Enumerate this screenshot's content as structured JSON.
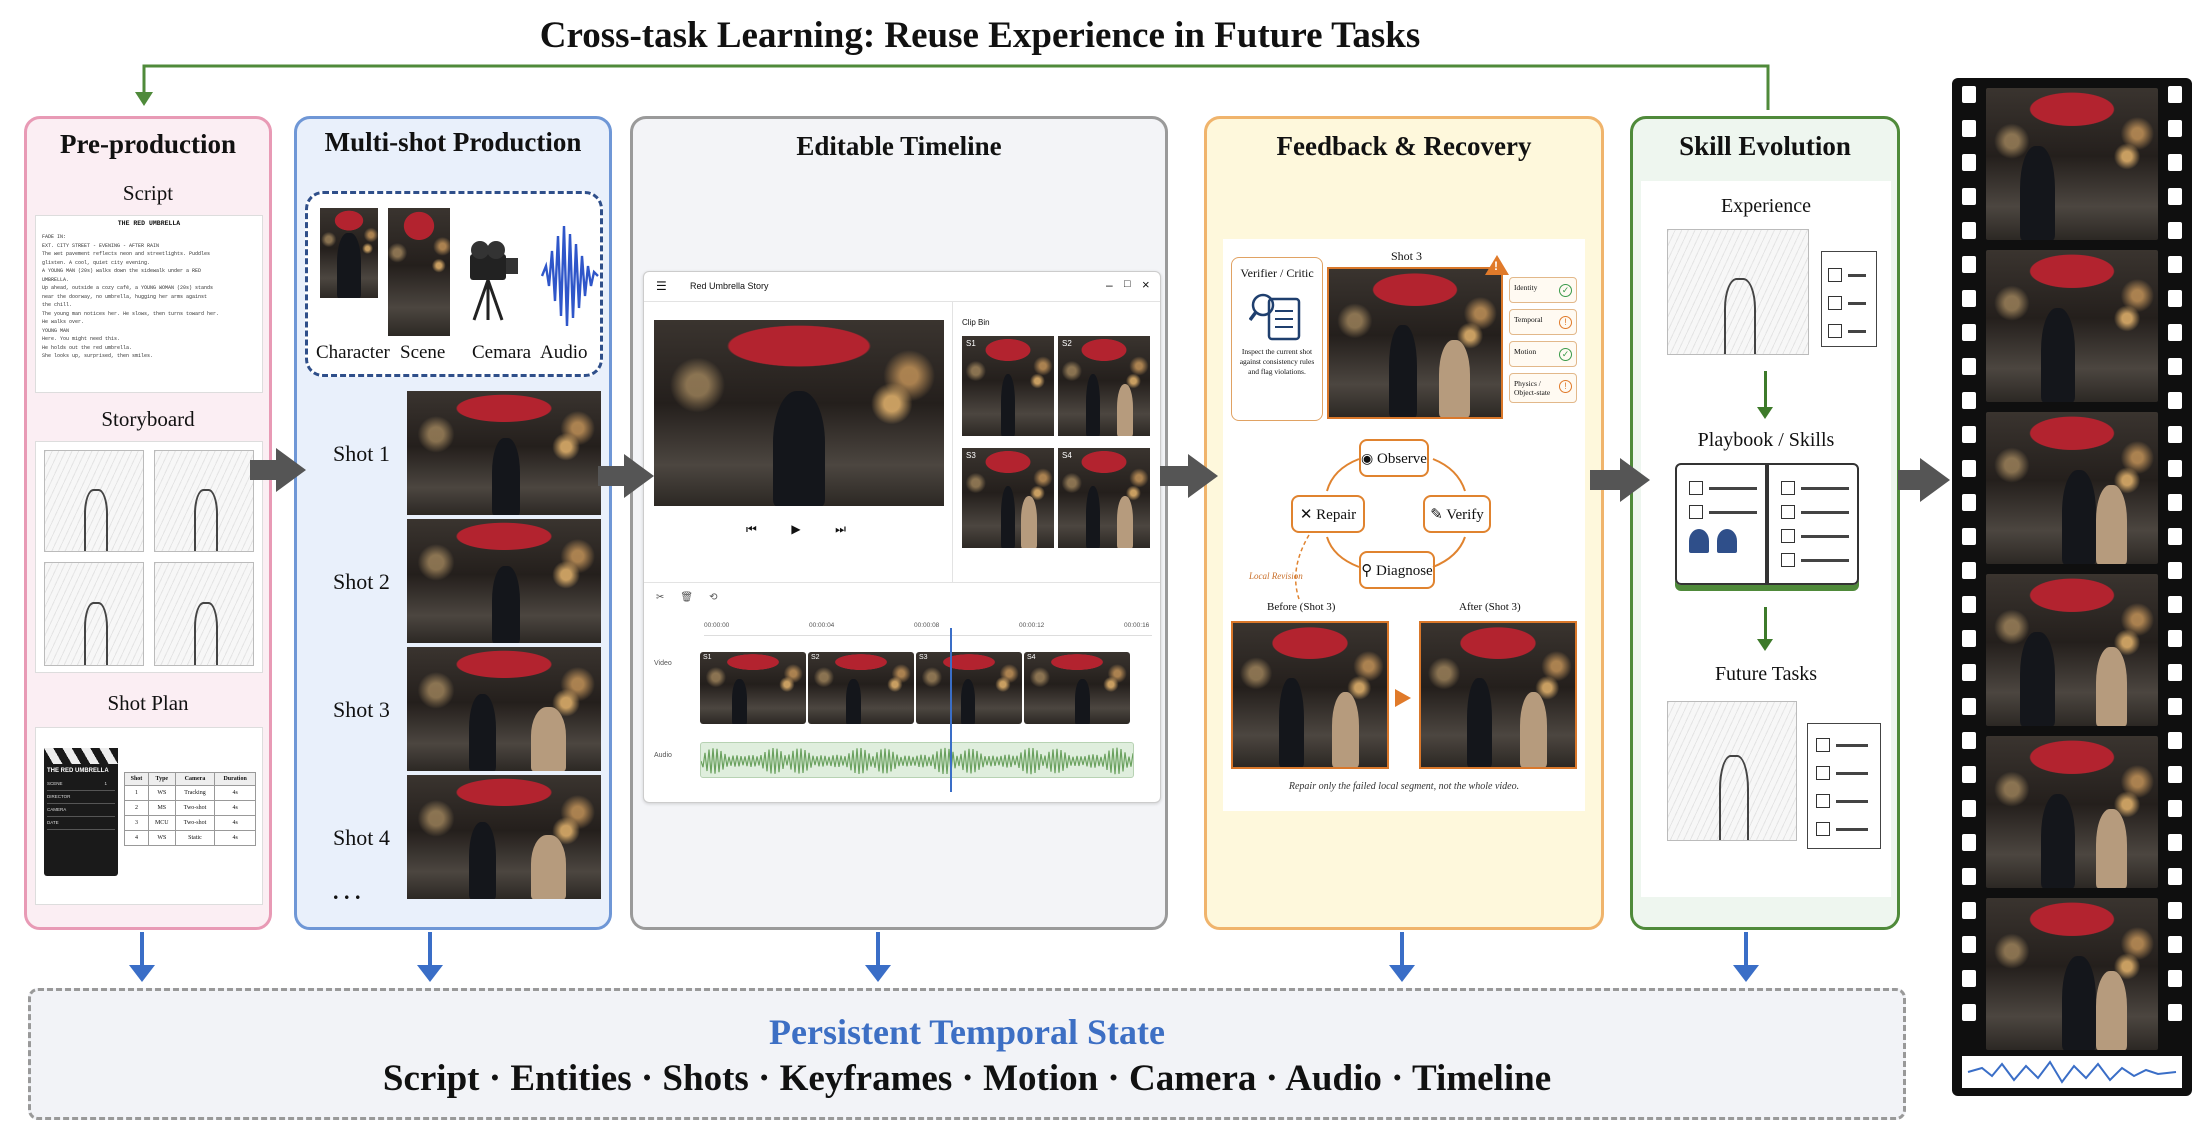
{
  "title": "Cross-task Learning: Reuse Experience in Future Tasks",
  "preproduction": {
    "title": "Pre-production",
    "script_label": "Script",
    "script_doc": {
      "heading": "THE RED UMBRELLA",
      "lines": [
        "FADE IN:",
        "EXT. CITY STREET - EVENING - AFTER RAIN",
        "The wet pavement reflects neon and streetlights. Puddles",
        "glisten. A cool, quiet city evening.",
        "A YOUNG MAN (20s) walks down the sidewalk under a RED",
        "UMBRELLA.",
        "Up ahead, outside a cozy café, a YOUNG WOMAN (20s) stands",
        "near the doorway, no umbrella, hugging her arms against",
        "the chill.",
        "The young man notices her. He slows, then turns toward her.",
        "He walks over.",
        "YOUNG MAN",
        "Here. You might need this.",
        "He holds out the red umbrella.",
        "She looks up, surprised, then smiles."
      ]
    },
    "storyboard_label": "Storyboard",
    "shotplan_label": "Shot Plan",
    "clapper": {
      "title": "THE RED UMBRELLA",
      "rows": [
        "SCENE",
        "DIRECTOR",
        "CAMERA",
        "DATE"
      ],
      "scene_value": "1"
    },
    "shot_table": {
      "headers": [
        "Shot",
        "Type",
        "Camera",
        "Duration"
      ],
      "rows": [
        [
          "1",
          "WS",
          "Tracking",
          "4s"
        ],
        [
          "2",
          "MS",
          "Two-shot",
          "4s"
        ],
        [
          "3",
          "MCU",
          "Two-shot",
          "4s"
        ],
        [
          "4",
          "WS",
          "Static",
          "4s"
        ]
      ]
    }
  },
  "multishot": {
    "title": "Multi-shot Production",
    "assets": [
      "Character",
      "Scene",
      "Cemara",
      "Audio"
    ],
    "shots": [
      "Shot 1",
      "Shot 2",
      "Shot 3",
      "Shot 4"
    ],
    "ellipsis": ". . ."
  },
  "timeline": {
    "title": "Editable Timeline",
    "window_title": "Red Umbrella Story",
    "clip_bin_label": "Clip Bin",
    "clip_bin": [
      "S1",
      "S2",
      "S3",
      "S4"
    ],
    "ruler": [
      "00:00:00",
      "00:00:04",
      "00:00:08",
      "00:00:12",
      "00:00:16"
    ],
    "video_track": "Video",
    "audio_track": "Audio",
    "clips": [
      "S1",
      "S2",
      "S3",
      "S4"
    ],
    "window_controls": [
      "–",
      "□",
      "×"
    ],
    "playback": [
      "⏮",
      "▶",
      "⏭"
    ],
    "tools": [
      "✂",
      "🗑",
      "⟲"
    ]
  },
  "feedback": {
    "title": "Feedback & Recovery",
    "verifier_title": "Verifier / Critic",
    "verifier_desc": "Inspect the current shot against consistency rules and flag violations.",
    "shot_label": "Shot 3",
    "checks": [
      {
        "label": "Identity",
        "status": "ok"
      },
      {
        "label": "Temporal",
        "status": "warn"
      },
      {
        "label": "Motion",
        "status": "ok"
      },
      {
        "label": "Physics / Object-state",
        "status": "warn"
      }
    ],
    "cycle": [
      "Observe",
      "Verify",
      "Diagnose",
      "Repair"
    ],
    "local_revision": "Local Revision",
    "before_label": "Before (Shot 3)",
    "after_label": "After (Shot 3)",
    "caption": "Repair only the failed local segment, not the whole video.",
    "warning_glyph": "!",
    "colors": {
      "ok": "#3a9a4a",
      "warn": "#e07a2a"
    }
  },
  "skill": {
    "title": "Skill Evolution",
    "experience": "Experience",
    "playbook": "Playbook / Skills",
    "future": "Future Tasks"
  },
  "state": {
    "title": "Persistent Temporal State",
    "items": "Script · Entities · Shots · Keyframes · Motion · Camera · Audio · Timeline"
  },
  "colors": {
    "pre_border": "#e89ab5",
    "pre_bg": "#fbeef3",
    "multi_border": "#6f97d6",
    "multi_bg": "#e9f0fb",
    "timeline_border": "#9a9a9a",
    "timeline_bg": "#f3f4f7",
    "feedback_border": "#f0b46c",
    "feedback_bg": "#fef8dc",
    "skill_border": "#4f8a3a",
    "skill_bg": "#eef6ef",
    "state_title": "#3d6fc4",
    "down_arrow": "#3a6ec7",
    "loop_line": "#4f8a3a"
  }
}
